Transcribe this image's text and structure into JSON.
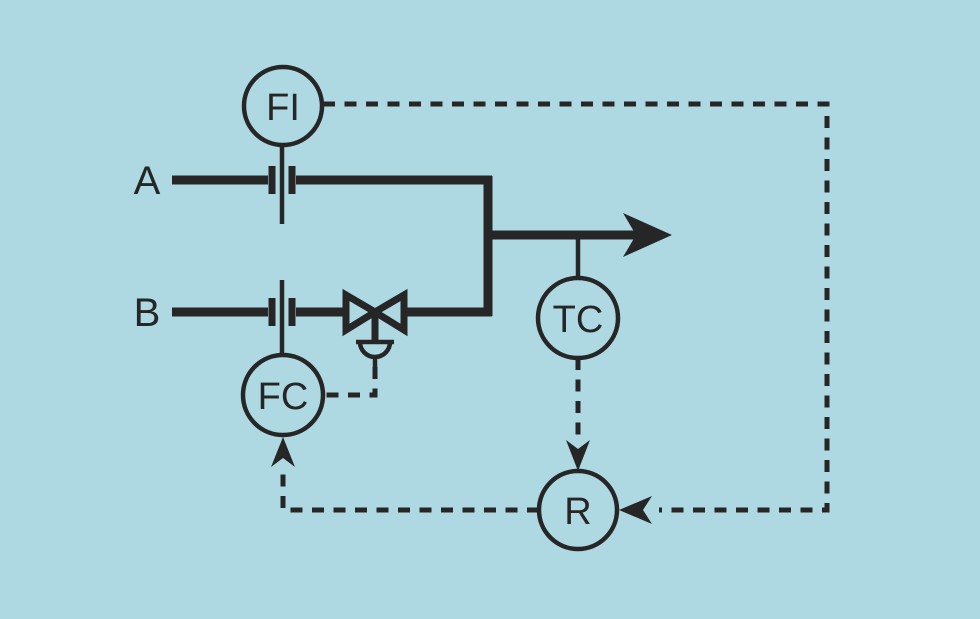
{
  "colors": {
    "background": "#aed9e3",
    "line": "#262626"
  },
  "diagram": {
    "stream_a": {
      "label": "A"
    },
    "stream_b": {
      "label": "B"
    },
    "instruments": {
      "flow_indicator": "FI",
      "flow_controller": "FC",
      "temperature_controller": "TC",
      "ratio_relay": "R"
    }
  }
}
